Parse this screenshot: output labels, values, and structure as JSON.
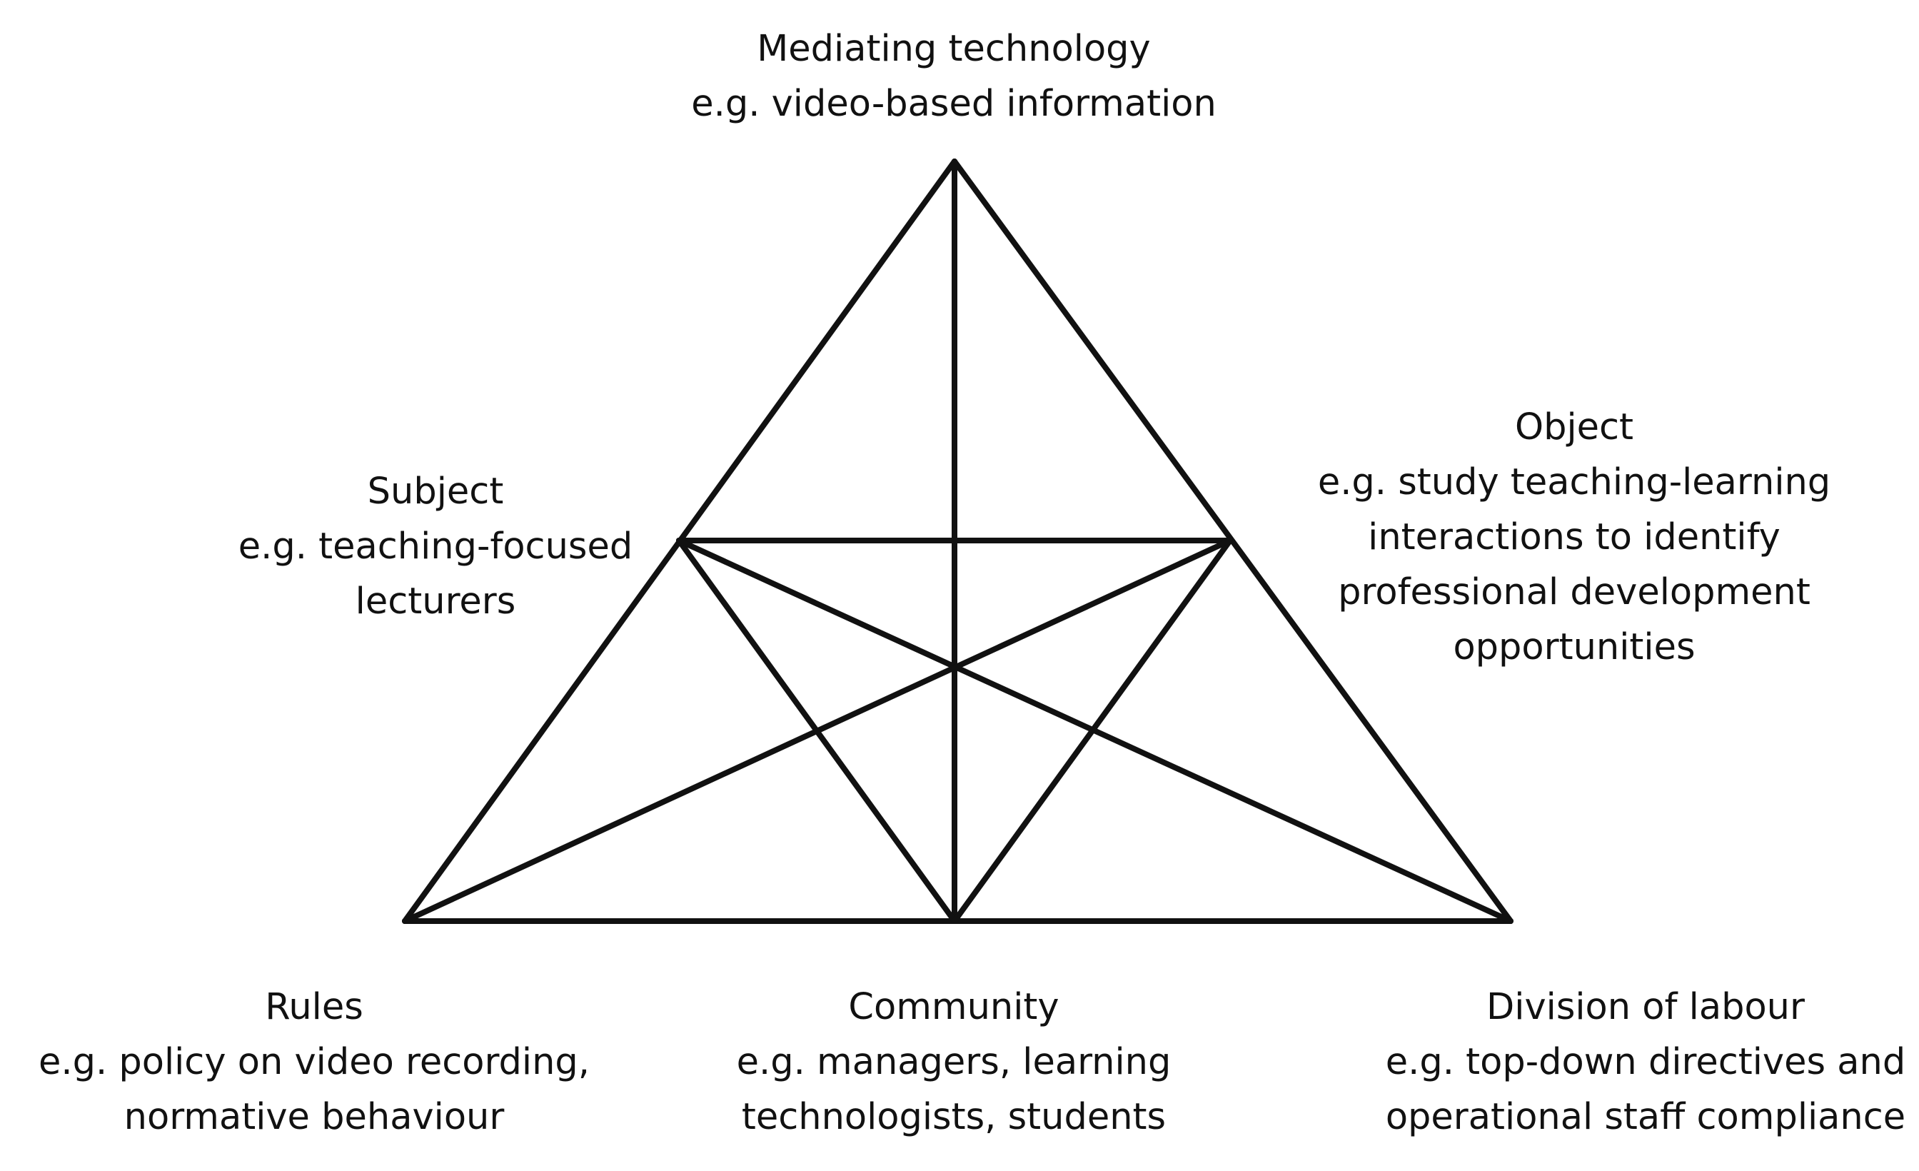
{
  "nodes": {
    "mediating_technology": {
      "title": "Mediating technology",
      "lines": [
        "e.g. video-based information"
      ]
    },
    "subject": {
      "title": "Subject",
      "lines": [
        "e.g. teaching-focused",
        "lecturers"
      ]
    },
    "object": {
      "title": "Object",
      "lines": [
        "e.g. study teaching-learning",
        "interactions to identify",
        "professional development",
        "opportunities"
      ]
    },
    "rules": {
      "title": "Rules",
      "lines": [
        "e.g. policy on video recording,",
        "normative behaviour"
      ]
    },
    "community": {
      "title": "Community",
      "lines": [
        "e.g. managers, learning",
        "technologists, students"
      ]
    },
    "division_of_labour": {
      "title": "Division of labour",
      "lines": [
        "e.g. top-down directives and",
        "operational staff compliance"
      ]
    }
  },
  "colors": {
    "line": "#111111",
    "background": "#ffffff"
  }
}
